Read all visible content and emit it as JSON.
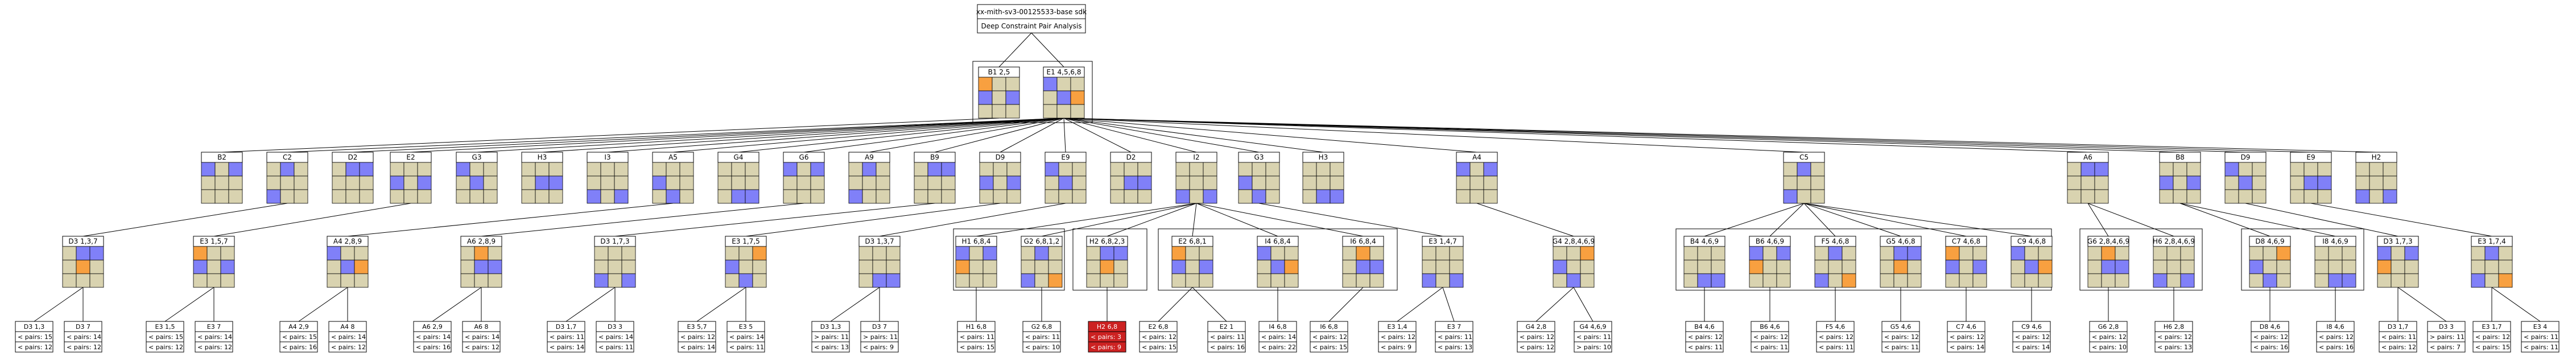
{
  "header": {
    "title_line1": "xx-mith-sv3-00125533-base sdk",
    "title_line2": "Deep Constraint Pair Analysis"
  },
  "colors": {
    "beige": "#d9d3b0",
    "blue": "#8080f8",
    "orange": "#f8a040",
    "red": "#cc2222",
    "line": "#000000"
  },
  "level1": [
    {
      "label": "B1 2,5"
    },
    {
      "label": "E1 4,5,6,8"
    }
  ],
  "level2": [
    {
      "label": "B2"
    },
    {
      "label": "C2"
    },
    {
      "label": "D2"
    },
    {
      "label": "E2"
    },
    {
      "label": "G3"
    },
    {
      "label": "H3"
    },
    {
      "label": "I3"
    },
    {
      "label": "A5"
    },
    {
      "label": "G4"
    },
    {
      "label": "G6"
    },
    {
      "label": "A9"
    },
    {
      "label": "B9"
    },
    {
      "label": "D9"
    },
    {
      "label": "E9"
    },
    {
      "label": "D2"
    },
    {
      "label": "I2"
    },
    {
      "label": "G3"
    },
    {
      "label": "H3"
    },
    {
      "label": "A4"
    },
    {
      "label": "C5"
    },
    {
      "label": "A6"
    },
    {
      "label": "B8"
    },
    {
      "label": "D9"
    },
    {
      "label": "E9"
    },
    {
      "label": "H2"
    }
  ],
  "level3": [
    {
      "label": "D3 1,3,7"
    },
    {
      "label": "E3 1,5,7"
    },
    {
      "label": "A4 2,8,9"
    },
    {
      "label": "A6 2,8,9"
    },
    {
      "label": "D3 1,7,3"
    },
    {
      "label": "E3 1,7,5"
    },
    {
      "label": "D3 1,3,7"
    },
    {
      "label": "H1 6,8,4"
    },
    {
      "label": "G2 6,8,1,2"
    },
    {
      "label": "H2 6,8,2,3"
    },
    {
      "label": "E2 6,8,1"
    },
    {
      "label": "I4 6,8,4"
    },
    {
      "label": "I6 6,8,4"
    },
    {
      "label": "E3 1,4,7"
    },
    {
      "label": "G4 2,8,4,6,9"
    },
    {
      "label": "B4 4,6,9"
    },
    {
      "label": "B6 4,6,9"
    },
    {
      "label": "F5 4,6,8"
    },
    {
      "label": "G5 4,6,8"
    },
    {
      "label": "C7 4,6,8"
    },
    {
      "label": "C9 4,6,8"
    },
    {
      "label": "G6 2,8,4,6,9"
    },
    {
      "label": "H6 2,8,4,6,9"
    },
    {
      "label": "D8 4,6,9"
    },
    {
      "label": "I8 4,6,9"
    },
    {
      "label": "D3 1,7,3"
    },
    {
      "label": "E3 1,7,4"
    }
  ],
  "level4": [
    {
      "label": "D3 1,3",
      "l1": "< pairs: 15",
      "l2": "< pairs: 12"
    },
    {
      "label": "D3 7",
      "l1": "< pairs: 14",
      "l2": "< pairs: 12"
    },
    {
      "label": "E3 1,5",
      "l1": "< pairs: 15",
      "l2": "< pairs: 12"
    },
    {
      "label": "E3 7",
      "l1": "< pairs: 14",
      "l2": "< pairs: 12"
    },
    {
      "label": "A4 2,9",
      "l1": "< pairs: 15",
      "l2": "< pairs: 16"
    },
    {
      "label": "A4 8",
      "l1": "< pairs: 14",
      "l2": "< pairs: 12"
    },
    {
      "label": "A6 2,9",
      "l1": "< pairs: 14",
      "l2": "< pairs: 16"
    },
    {
      "label": "A6 8",
      "l1": "< pairs: 14",
      "l2": "< pairs: 12"
    },
    {
      "label": "D3 1,7",
      "l1": "< pairs: 11",
      "l2": "< pairs: 14"
    },
    {
      "label": "D3 3",
      "l1": "< pairs: 14",
      "l2": "< pairs: 11"
    },
    {
      "label": "E3 5,7",
      "l1": "< pairs: 12",
      "l2": "< pairs: 14"
    },
    {
      "label": "E3 5",
      "l1": "< pairs: 14",
      "l2": "< pairs: 11"
    },
    {
      "label": "D3 1,3",
      "l1": "> pairs: 11",
      "l2": "< pairs: 13"
    },
    {
      "label": "D3 7",
      "l1": "> pairs: 11",
      "l2": "< pairs: 9"
    },
    {
      "label": "H1 6,8",
      "l1": "< pairs: 11",
      "l2": "< pairs: 15"
    },
    {
      "label": "G2 6,8",
      "l1": "< pairs: 11",
      "l2": "< pairs: 10"
    },
    {
      "label": "H2 6,8",
      "l1": "< pairs: 3",
      "l2": "< pairs: 9",
      "highlight": true
    },
    {
      "label": "E2 6,8",
      "l1": "< pairs: 12",
      "l2": "< pairs: 15"
    },
    {
      "label": "E2 1",
      "l1": "< pairs: 11",
      "l2": "< pairs: 16"
    },
    {
      "label": "I4 6,8",
      "l1": "< pairs: 14",
      "l2": "< pairs: 22"
    },
    {
      "label": "I6 6,8",
      "l1": "< pairs: 12",
      "l2": "< pairs: 15"
    },
    {
      "label": "E3 1,4",
      "l1": "< pairs: 12",
      "l2": "< pairs: 9"
    },
    {
      "label": "E3 7",
      "l1": "< pairs: 11",
      "l2": "< pairs: 13"
    },
    {
      "label": "G4 2,8",
      "l1": "< pairs: 12",
      "l2": "< pairs: 12"
    },
    {
      "label": "G4 4,6,9",
      "l1": "< pairs: 11",
      "l2": "> pairs: 10"
    },
    {
      "label": "B4 4,6",
      "l1": "< pairs: 12",
      "l2": "< pairs: 11"
    },
    {
      "label": "B6 4,6",
      "l1": "< pairs: 12",
      "l2": "< pairs: 11"
    },
    {
      "label": "F5 4,6",
      "l1": "< pairs: 12",
      "l2": "< pairs: 11"
    },
    {
      "label": "G5 4,6",
      "l1": "< pairs: 12",
      "l2": "< pairs: 11"
    },
    {
      "label": "C7 4,6",
      "l1": "< pairs: 12",
      "l2": "< pairs: 14"
    },
    {
      "label": "C9 4,6",
      "l1": "< pairs: 12",
      "l2": "< pairs: 14"
    },
    {
      "label": "G6 2,8",
      "l1": "< pairs: 12",
      "l2": "< pairs: 10"
    },
    {
      "label": "H6 2,8",
      "l1": "< pairs: 12",
      "l2": "< pairs: 13"
    },
    {
      "label": "D8 4,6",
      "l1": "< pairs: 12",
      "l2": "< pairs: 16"
    },
    {
      "label": "I8 4,6",
      "l1": "< pairs: 12",
      "l2": "< pairs: 16"
    },
    {
      "label": "D3 1,7",
      "l1": "< pairs: 11",
      "l2": "< pairs: 12"
    },
    {
      "label": "D3 3",
      "l1": "> pairs: 11",
      "l2": "< pairs: 7"
    },
    {
      "label": "E3 1,7",
      "l1": "< pairs: 12",
      "l2": "< pairs: 15"
    },
    {
      "label": "E3 4",
      "l1": "< pairs: 11",
      "l2": "< pairs: 11"
    }
  ]
}
